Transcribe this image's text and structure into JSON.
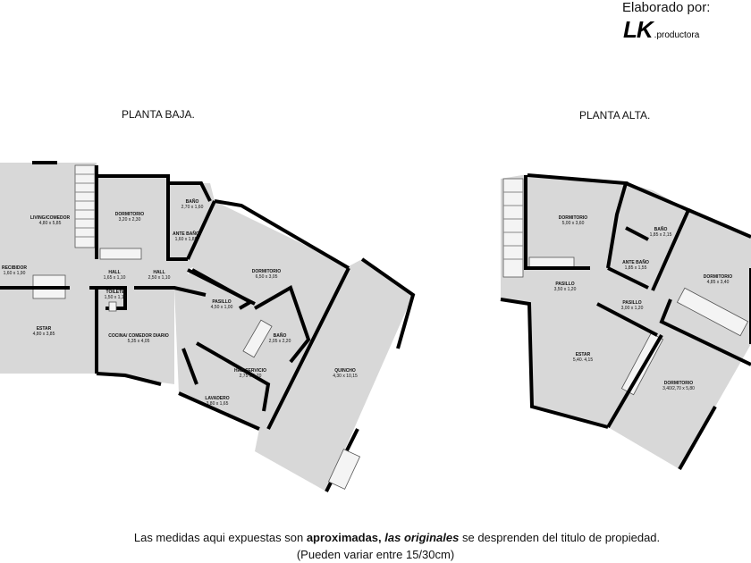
{
  "credit": {
    "label": "Elaborado por:",
    "logo_text": "LK",
    "logo_suffix": ".productora"
  },
  "plans": [
    {
      "title": "PLANTA BAJA.",
      "rooms": [
        {
          "name": "LIVING/COMEDOR",
          "dims": "4,80 x 5,85"
        },
        {
          "name": "RECIBIDOR",
          "dims": "1,60 x 1,90"
        },
        {
          "name": "ESTAR",
          "dims": "4,80 x 3,85"
        },
        {
          "name": "DORMITORIO",
          "dims": "3,20 x 2,30"
        },
        {
          "name": "BAÑO",
          "dims": "2,70 x 1,60"
        },
        {
          "name": "ANTE BAÑO",
          "dims": "1,60 x 1,85"
        },
        {
          "name": "HALL",
          "dims": "1,65 x 1,10"
        },
        {
          "name": "HALL",
          "dims": "2,50 x 1,10"
        },
        {
          "name": "TOILETE",
          "dims": "1,50 x 1,10"
        },
        {
          "name": "DORMITORIO",
          "dims": "6,50 x 3,05"
        },
        {
          "name": "PASILLO",
          "dims": "4,50 x 1,00"
        },
        {
          "name": "COCINA/ COMEDOR DIARIO",
          "dims": "5,35 x 4,05"
        },
        {
          "name": "BAÑO",
          "dims": "2,05 x 2,20"
        },
        {
          "name": "HAB SERVICIO",
          "dims": "2,75 x 1,70"
        },
        {
          "name": "LAVADERO",
          "dims": "3,80 x 1,65"
        },
        {
          "name": "QUINCHO",
          "dims": "4,30 x 10,15"
        }
      ]
    },
    {
      "title": "PLANTA ALTA.",
      "rooms": [
        {
          "name": "DORMITORIO",
          "dims": "5,00 x 3,60"
        },
        {
          "name": "BAÑO",
          "dims": "1,85 x 2,15"
        },
        {
          "name": "ANTE BAÑO",
          "dims": "1,85 x 1,55"
        },
        {
          "name": "DORMITORIO",
          "dims": "4,85 x 3,40"
        },
        {
          "name": "PASILLO",
          "dims": "3,50 x 1,20"
        },
        {
          "name": "PASILLO",
          "dims": "3,00 x 1,20"
        },
        {
          "name": "ESTAR",
          "dims": "5,40. 4,15"
        },
        {
          "name": "DORMITORIO",
          "dims": "3,40/2,70 x 5,80"
        }
      ]
    }
  ],
  "note": {
    "part1": "Las medidas aqui expuestas son ",
    "bold": "aproximadas,",
    "italic": " las originales",
    "part2": " se desprenden del titulo de propiedad.",
    "line2": "(Pueden variar entre 15/30cm)"
  }
}
